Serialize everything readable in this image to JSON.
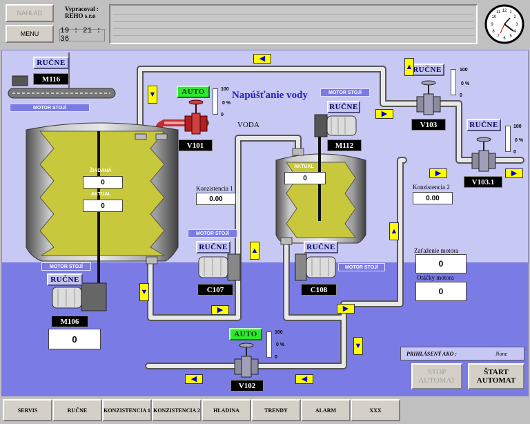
{
  "header": {
    "nahlad": "NAHLAD",
    "menu": "MENU",
    "vypracoval": "Vypracoval :",
    "company": "REHO s.r.o",
    "time": "19 : 21 : 36",
    "clock_numbers": [
      "12",
      "1",
      "2",
      "3",
      "4",
      "5",
      "6",
      "7",
      "8",
      "9",
      "10",
      "11"
    ]
  },
  "process_title": "Napúšťanie vody",
  "water_label": "VODA",
  "conveyor": {
    "mode": "RUČNE",
    "tag": "M116",
    "status": "MOTOR STOJÍ"
  },
  "tank1": {
    "ziadana_label": "ŽIADANÁ",
    "ziadana_value": "0",
    "aktual_label": "AKTUAL",
    "aktual_value": "0"
  },
  "tank2": {
    "aktual_label": "AKTUAL",
    "aktual_value": "0"
  },
  "consistency1": {
    "label": "Konzistencia 1",
    "value": "0.00"
  },
  "consistency2": {
    "label": "Konzistencia 2",
    "value": "0.00"
  },
  "motor_load": {
    "label": "Zaťaženie motora",
    "value": "0"
  },
  "motor_speed": {
    "label": "Otáčky motora",
    "value": "0"
  },
  "valves": {
    "v101": {
      "mode": "AUTO",
      "tag": "V101",
      "g_top": "100",
      "g_mid": "0 %",
      "g_bot": "0"
    },
    "v102": {
      "mode": "AUTO",
      "tag": "V102",
      "g_top": "100",
      "g_mid": "0 %",
      "g_bot": "0"
    },
    "v103": {
      "mode": "RUČNE",
      "tag": "V103",
      "g_top": "100",
      "g_mid": "0 %",
      "g_bot": "0"
    },
    "v1031": {
      "mode": "RUČNE",
      "tag": "V103.1",
      "g_top": "100",
      "g_mid": "0 %",
      "g_bot": "0"
    }
  },
  "motors": {
    "m112": {
      "mode": "RUČNE",
      "tag": "M112",
      "status": "MOTOR STOJÍ"
    },
    "m106": {
      "mode": "RUČNE",
      "tag": "M106",
      "status": "MOTOR STOJÍ",
      "value": "0"
    },
    "c107": {
      "mode": "RUČNE",
      "tag": "C107",
      "status": "MOTOR STOJÍ"
    },
    "c108": {
      "mode": "RUČNE",
      "tag": "C108",
      "status": "MOTOR STOJÍ"
    }
  },
  "login": {
    "label": "PRIHLÁSENÝ AKO :",
    "value": "None"
  },
  "controls": {
    "stop": "STOP AUTOMAT",
    "start": "ŠTART AUTOMAT"
  },
  "nav": [
    "SERVIS",
    "RUČNE",
    "KONZISTENCIA 1",
    "KONZISTENCIA 2",
    "HLADINA",
    "TRENDY",
    "ALARM",
    "XXX"
  ],
  "colors": {
    "upper_bg": "#c8c8f4",
    "lower_bg": "#7b7be6",
    "tank_fill": "#c8c83c",
    "auto": "#2ee82e"
  }
}
